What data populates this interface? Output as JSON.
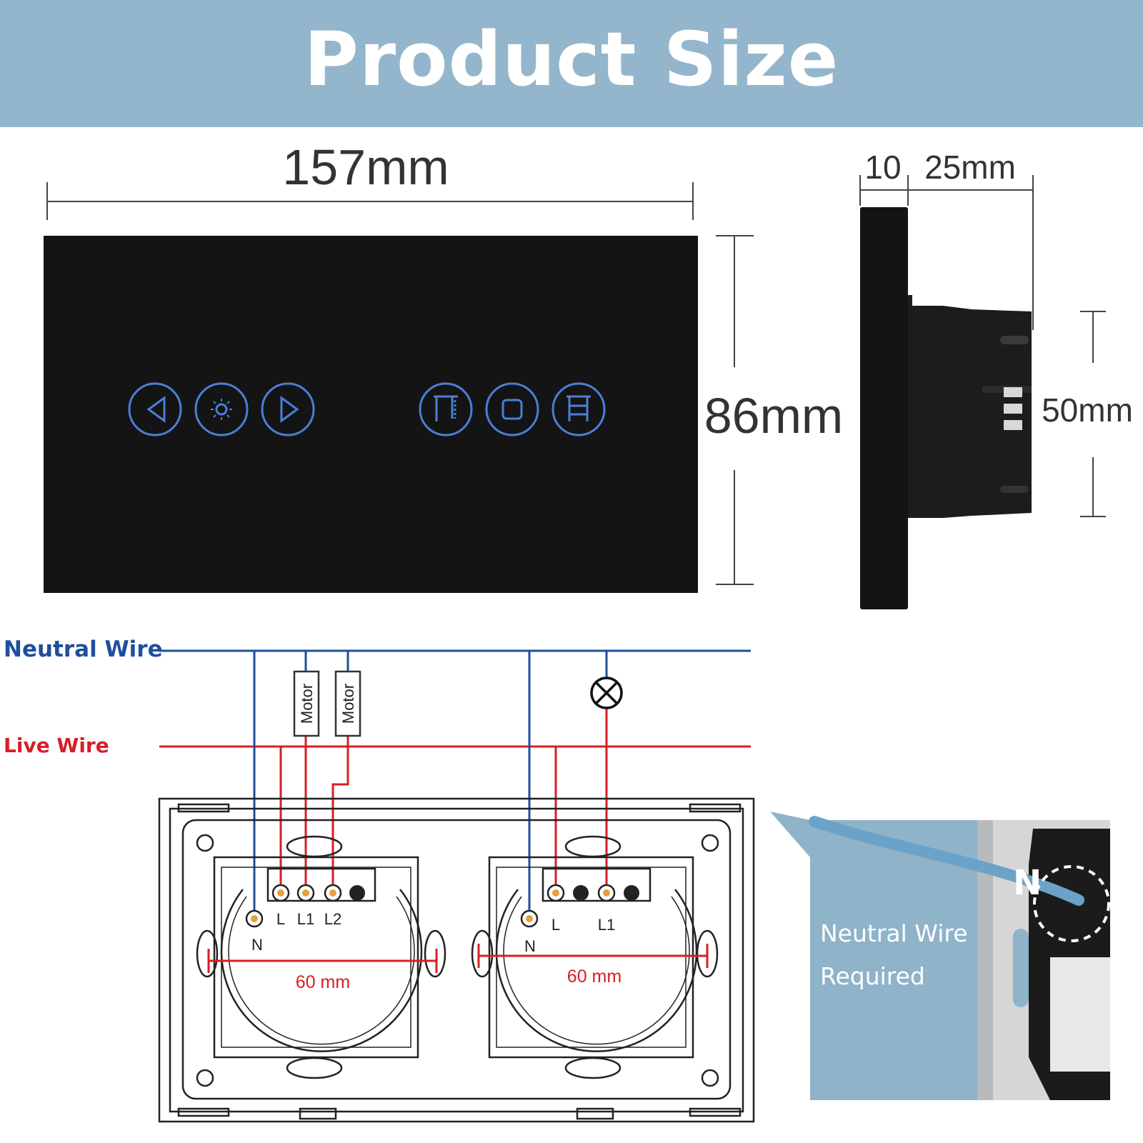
{
  "header": {
    "title": "Product Size"
  },
  "front_view": {
    "width_label": "157mm",
    "height_label": "86mm",
    "buttons": [
      {
        "name": "left-arrow-icon"
      },
      {
        "name": "light-icon"
      },
      {
        "name": "right-arrow-icon"
      },
      {
        "name": "curtain-open-icon"
      },
      {
        "name": "stop-icon"
      },
      {
        "name": "curtain-close-icon"
      }
    ],
    "button_color": "#4a7fd8",
    "panel_color": "#141414"
  },
  "side_view": {
    "depth_label_1": "10",
    "depth_label_2": "25mm",
    "body_height_label": "50mm"
  },
  "wiring": {
    "neutral_label": "Neutral Wire",
    "live_label": "Live Wire",
    "neutral_color": "#1f4e9c",
    "live_color": "#d91e26",
    "motor_label_1": "Motor",
    "motor_label_2": "Motor",
    "left_module": {
      "terminals": [
        "L",
        "L1",
        "L2"
      ],
      "neutral_terminal": "N",
      "spacing_label": "60 mm"
    },
    "right_module": {
      "terminals": [
        "L",
        "L1"
      ],
      "neutral_terminal": "N",
      "spacing_label": "60 mm"
    }
  },
  "inset": {
    "line1": "Neutral Wire",
    "line2": "Required",
    "badge": "N"
  }
}
